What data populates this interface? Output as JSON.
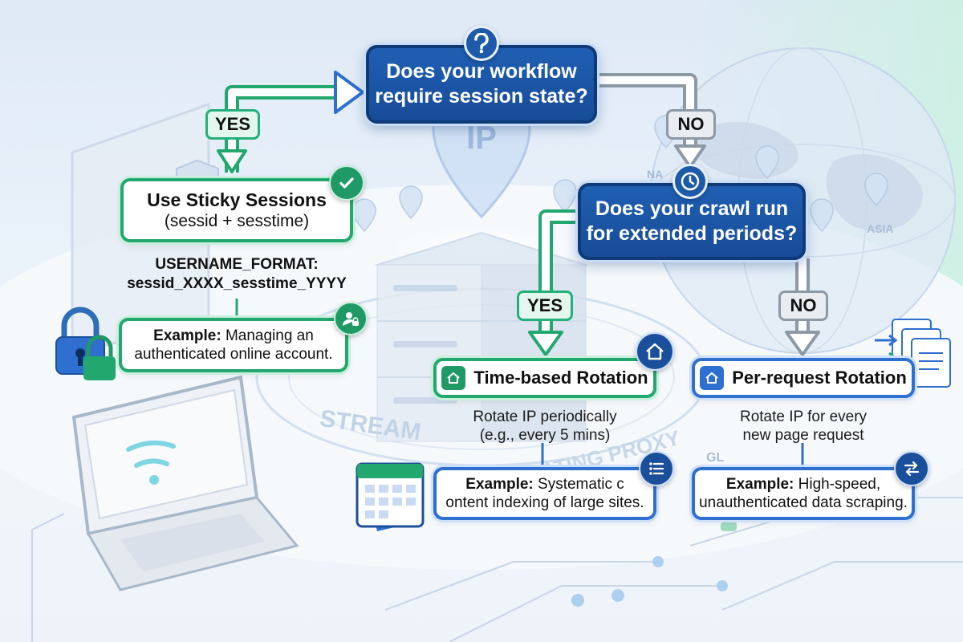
{
  "question_1": {
    "line1": "Does your workflow",
    "line2": "require session state?",
    "icon": "question-mark-icon"
  },
  "question_2": {
    "line1": "Does your crawl run",
    "line2": "for extended periods?",
    "icon": "clock-icon"
  },
  "branch_labels": {
    "yes_1": "YES",
    "no_1": "NO",
    "yes_2": "YES",
    "no_2": "NO"
  },
  "sticky": {
    "title": "Use Sticky Sessions",
    "subtitle": "(sessid + sesstime)",
    "format_label": "USERNAME_FORMAT:",
    "format_value": "sessid_XXXX_sesstime_YYYY",
    "example_label": "Example:",
    "example_line1": "Managing an",
    "example_line2": "authenticated online account."
  },
  "time_based": {
    "title": "Time-based Rotation",
    "desc_line1": "Rotate IP periodically",
    "desc_line2": "(e.g., every 5 mins)",
    "example_label": "Example:",
    "example_line1": "Systematic c",
    "example_line2": "ontent indexing of large sites."
  },
  "per_request": {
    "title": "Per-request Rotation",
    "desc_line1": "Rotate IP for every",
    "desc_line2": "new page request",
    "example_label": "Example:",
    "example_line1": "High-speed,",
    "example_line2": "unauthenticated data scraping."
  },
  "background": {
    "stream_text": "STREAM",
    "proxy_text": "ROTATING PROXY",
    "ip_text": "IP",
    "na_text": "NA",
    "asia_text": "ASIA",
    "gl_text": "GL"
  },
  "colors": {
    "navy": "#184c97",
    "green": "#22a86f",
    "blue": "#2f6fd0",
    "gray": "#8e99a6"
  }
}
